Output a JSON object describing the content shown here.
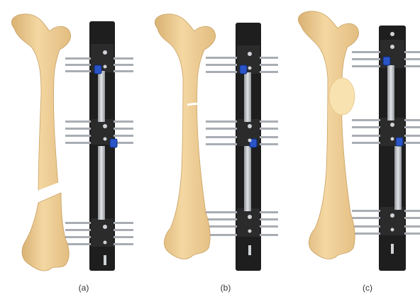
{
  "panels": [
    {
      "id": "a",
      "caption": "(a)",
      "state": "fracture-gap"
    },
    {
      "id": "b",
      "caption": "(b)",
      "state": "gap-closing"
    },
    {
      "id": "c",
      "caption": "(c)",
      "state": "callus-formed"
    }
  ],
  "colors": {
    "bone": "#f2d29a",
    "bone_shadow": "#d9b173",
    "bone_highlight": "#fbe7c0",
    "frame": "#1e1e1e",
    "rod": "#b8bcc2",
    "pin": "#a9adb3",
    "clamp_accent": "#2a55c8",
    "callus": "#f8e2b0",
    "gap": "#ffffff"
  },
  "icons": [
    "femur-bone",
    "external-fixator-frame",
    "transfixion-pin",
    "sliding-rod",
    "clamp-knob"
  ]
}
